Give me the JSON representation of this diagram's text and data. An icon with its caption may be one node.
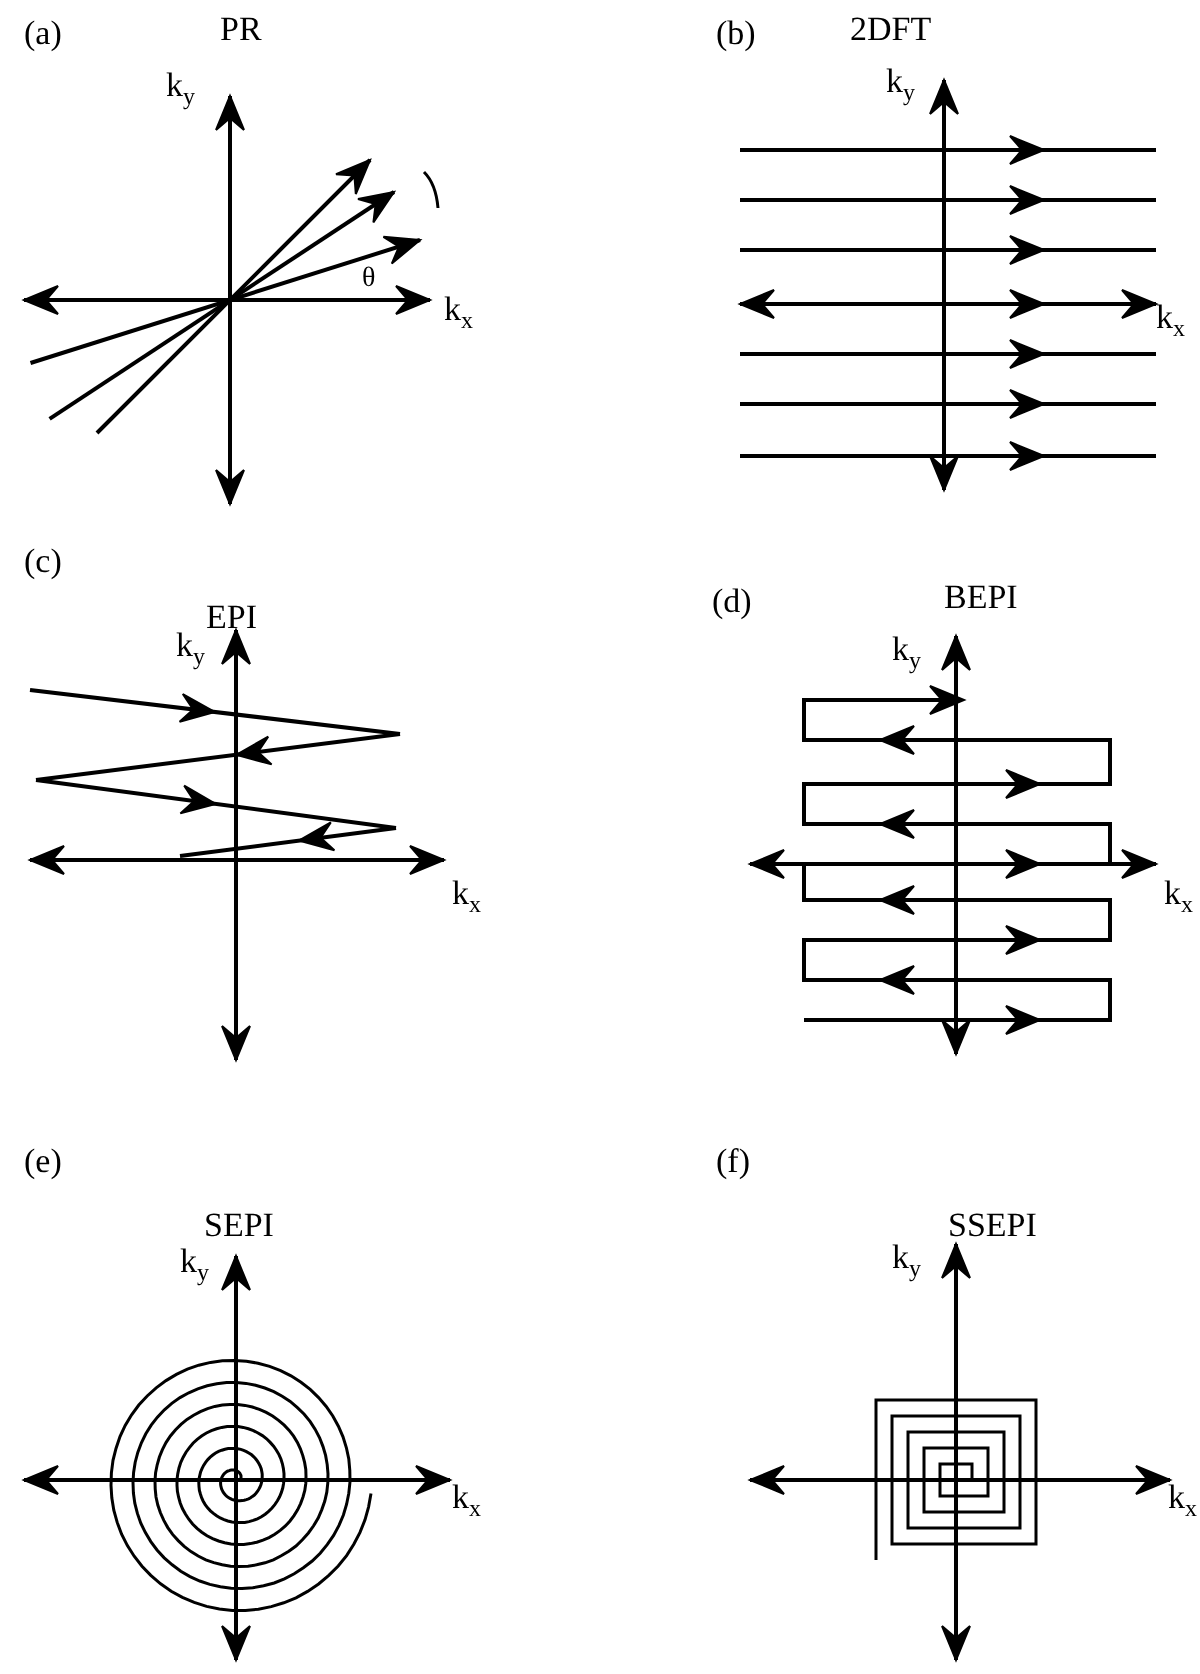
{
  "diagram": {
    "labels": [
      "(a)",
      "PR",
      "k$_{y}$",
      "θ",
      "k$_{x}$",
      "(b)",
      "2DFT",
      "k$_{y}$",
      "k$_{x}$",
      "(c)",
      "EPI",
      "k$_{y}$",
      "k$_{x}$",
      "(d)",
      "BEPI",
      "k$_{y}$",
      "k$_{x}$",
      "(e)",
      "SEPI",
      "k$_{y}$",
      "k$_{x}$",
      "(f)",
      "SSEPI",
      "k$_{y}$",
      "k$_{x}$"
    ]
  }
}
